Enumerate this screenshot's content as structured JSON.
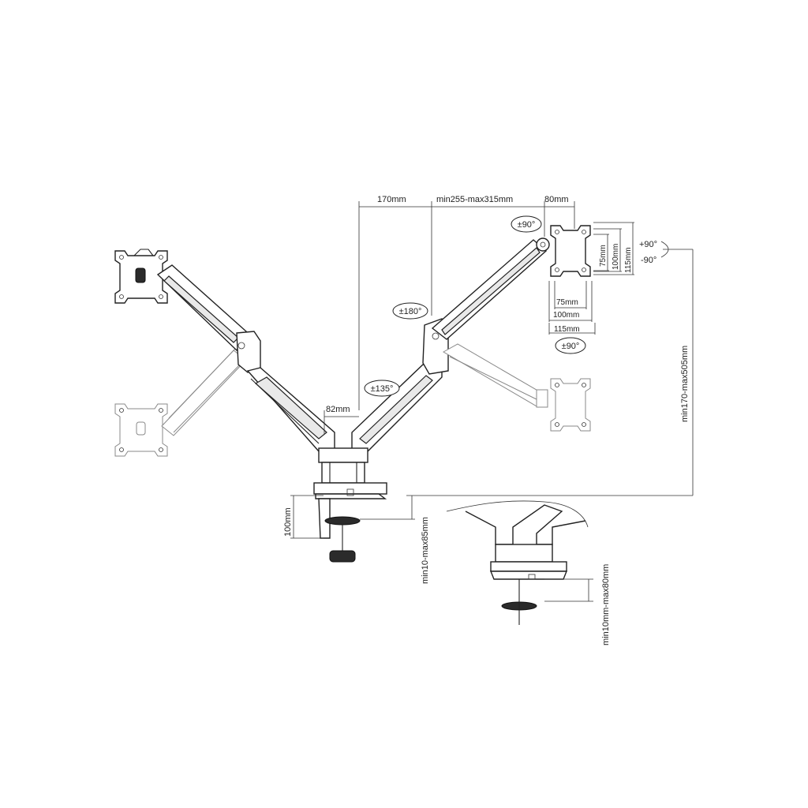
{
  "dims": {
    "arm1": "170mm",
    "arm2": "min255-max315mm",
    "arm3": "80mm",
    "height_range": "min170-max505mm",
    "gap": "82mm",
    "pole_base": "100mm",
    "clamp": "min10-max85mm",
    "grommet": "min10mm-max80mm",
    "vesa_75": "75mm",
    "vesa_100": "100mm",
    "vesa_115": "115mm"
  },
  "angles": {
    "rot_top": "±90°",
    "rot_bottom": "±90°",
    "swivel_180": "±180°",
    "swivel_135": "±135°",
    "tilt_up": "+90°",
    "tilt_down": "-90°"
  }
}
